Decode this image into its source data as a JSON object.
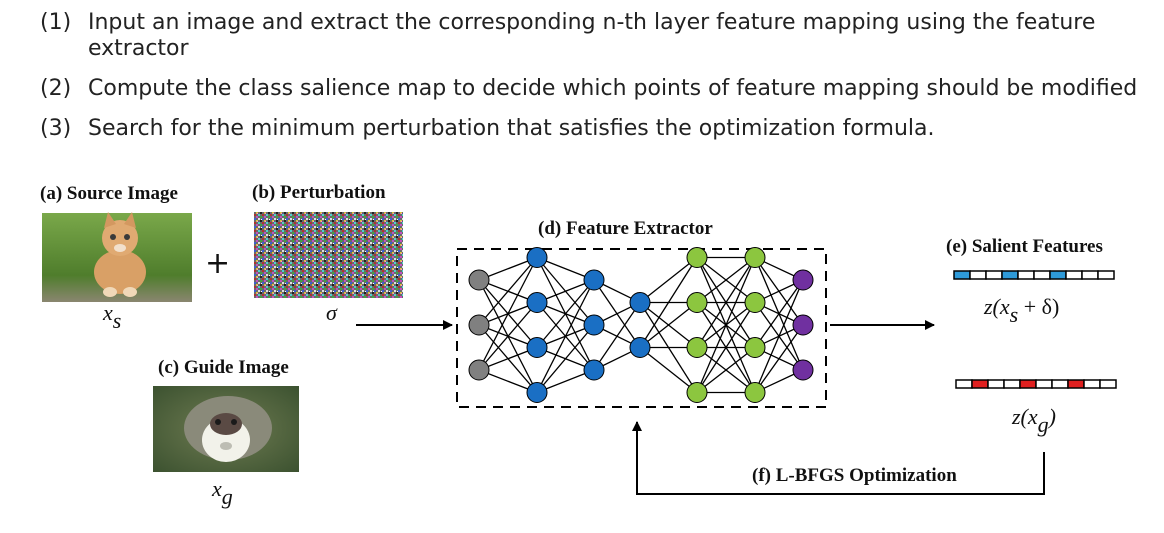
{
  "steps": [
    {
      "num": "(1)",
      "text": "Input an image and extract the corresponding n-th layer feature mapping using the feature extractor"
    },
    {
      "num": "(2)",
      "text": "Compute the class salience map to decide which points of feature mapping should be modified"
    },
    {
      "num": "(3)",
      "text": "Search for the minimum perturbation that satisfies the optimization formula."
    }
  ],
  "labels": {
    "source": "(a) Source Image",
    "perturbation": "(b) Perturbation",
    "guide": "(c) Guide Image",
    "extractor": "(d) Feature Extractor",
    "salient": "(e) Salient Features",
    "optimization": "(f) L-BFGS Optimization"
  },
  "symbols": {
    "plus": "+",
    "xs_base": "x",
    "xs_sub": "s",
    "sigma": "σ",
    "xg_base": "x",
    "xg_sub": "g",
    "z_s_pre": "z(x",
    "z_s_sub": "s",
    "z_s_post": " + δ)",
    "z_g_pre": "z(x",
    "z_g_sub": "g",
    "z_g_post": ")"
  },
  "network": {
    "layers": [
      {
        "count": 3,
        "color": "#808080"
      },
      {
        "count": 4,
        "color": "#1a6fc4"
      },
      {
        "count": 3,
        "color": "#1a6fc4"
      },
      {
        "count": 2,
        "color": "#1a6fc4"
      },
      {
        "count": 4,
        "color": "#8cc63f"
      },
      {
        "count": 4,
        "color": "#8cc63f"
      },
      {
        "count": 3,
        "color": "#7030a0"
      }
    ]
  },
  "feature_bars": {
    "source": {
      "cells": 10,
      "highlight": [
        0,
        3,
        6
      ],
      "highlight_color": "#2e9ad9"
    },
    "guide": {
      "cells": 10,
      "highlight": [
        1,
        4,
        7
      ],
      "highlight_color": "#e02020"
    }
  },
  "colors": {
    "cat_bg": "#5c8f3a",
    "monkey_bg": "#4d6b3a"
  }
}
